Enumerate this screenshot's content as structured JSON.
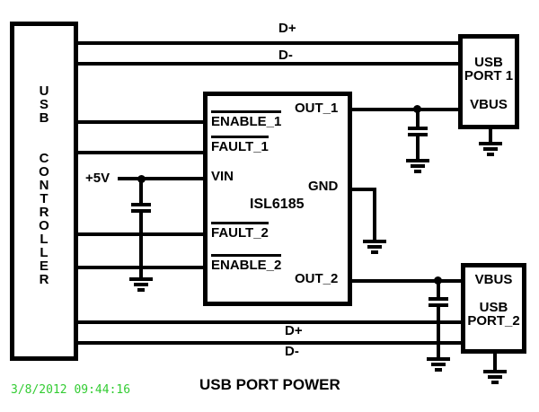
{
  "colors": {
    "line": "#000000",
    "bg": "#ffffff",
    "green": "#33cc33"
  },
  "title": "USB PORT POWER",
  "timestamp": "3/8/2012 09:44:16",
  "controller": {
    "label": "USB CONTROLLER"
  },
  "ic": {
    "part": "ISL6185",
    "pins_left": [
      {
        "name": "ENABLE_1",
        "overline": true
      },
      {
        "name": "FAULT_1",
        "overline": true
      },
      {
        "name": "VIN",
        "overline": false
      },
      {
        "name": "FAULT_2",
        "overline": true
      },
      {
        "name": "ENABLE_2",
        "overline": true
      }
    ],
    "pins_right": [
      {
        "name": "OUT_1",
        "overline": false
      },
      {
        "name": "GND",
        "overline": false
      },
      {
        "name": "OUT_2",
        "overline": false
      }
    ]
  },
  "nets": {
    "d_plus": "D+",
    "d_minus": "D-",
    "supply": "+5V"
  },
  "ports": {
    "port1": {
      "line1": "USB",
      "line2": "PORT 1",
      "vbus": "VBUS"
    },
    "port2": {
      "vbus": "VBUS",
      "line1": "USB",
      "line2": "PORT_2"
    }
  }
}
